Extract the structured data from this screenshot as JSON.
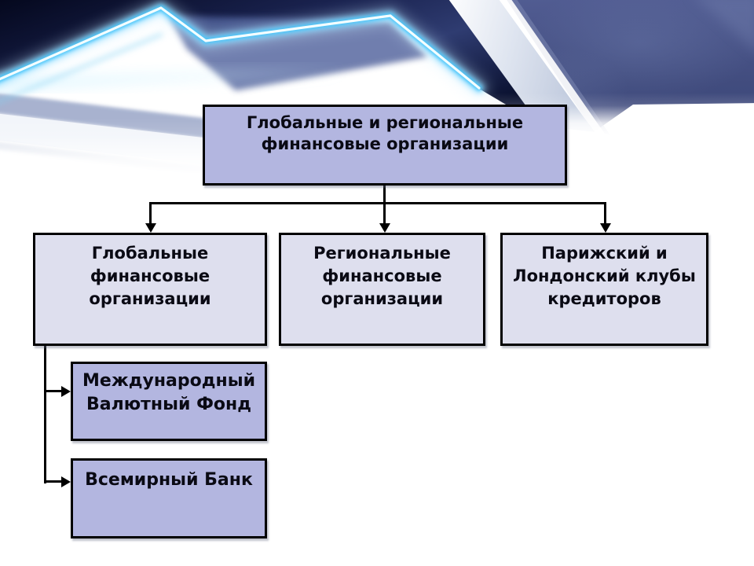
{
  "colors": {
    "background": "#ffffff",
    "box_border": "#000000",
    "connector_line": "#000000",
    "text": "#0a0a14",
    "box_fill_primary": "#b3b6e0",
    "box_fill_light": "#dedfee",
    "banner_navy_dark": "#03061a",
    "banner_slate_blue": "#46518a",
    "banner_neon_cyan": "#45c4fa",
    "banner_silver": "#e9edf6"
  },
  "diagram": {
    "root": {
      "id": "global-and-regional",
      "label": "Глобальные и региональные\nфинансовые организации"
    },
    "level2": [
      {
        "id": "global-financial-organizations",
        "label": "Глобальные\nфинансовые\nорганизации"
      },
      {
        "id": "regional-financial-organizations",
        "label": "Региональные\nфинансовые\nорганизации"
      },
      {
        "id": "paris-london-clubs",
        "label": "Парижский и\nЛондонский клубы\nкредиторов"
      }
    ],
    "level3": [
      {
        "id": "imf",
        "label": "Международный\nВалютный Фонд"
      },
      {
        "id": "world-bank",
        "label": "Всемирный Банк"
      }
    ],
    "edges": [
      {
        "from": "global-and-regional",
        "to": "global-financial-organizations"
      },
      {
        "from": "global-and-regional",
        "to": "regional-financial-organizations"
      },
      {
        "from": "global-and-regional",
        "to": "paris-london-clubs"
      },
      {
        "from": "global-financial-organizations",
        "to": "imf"
      },
      {
        "from": "global-financial-organizations",
        "to": "world-bank"
      }
    ]
  }
}
